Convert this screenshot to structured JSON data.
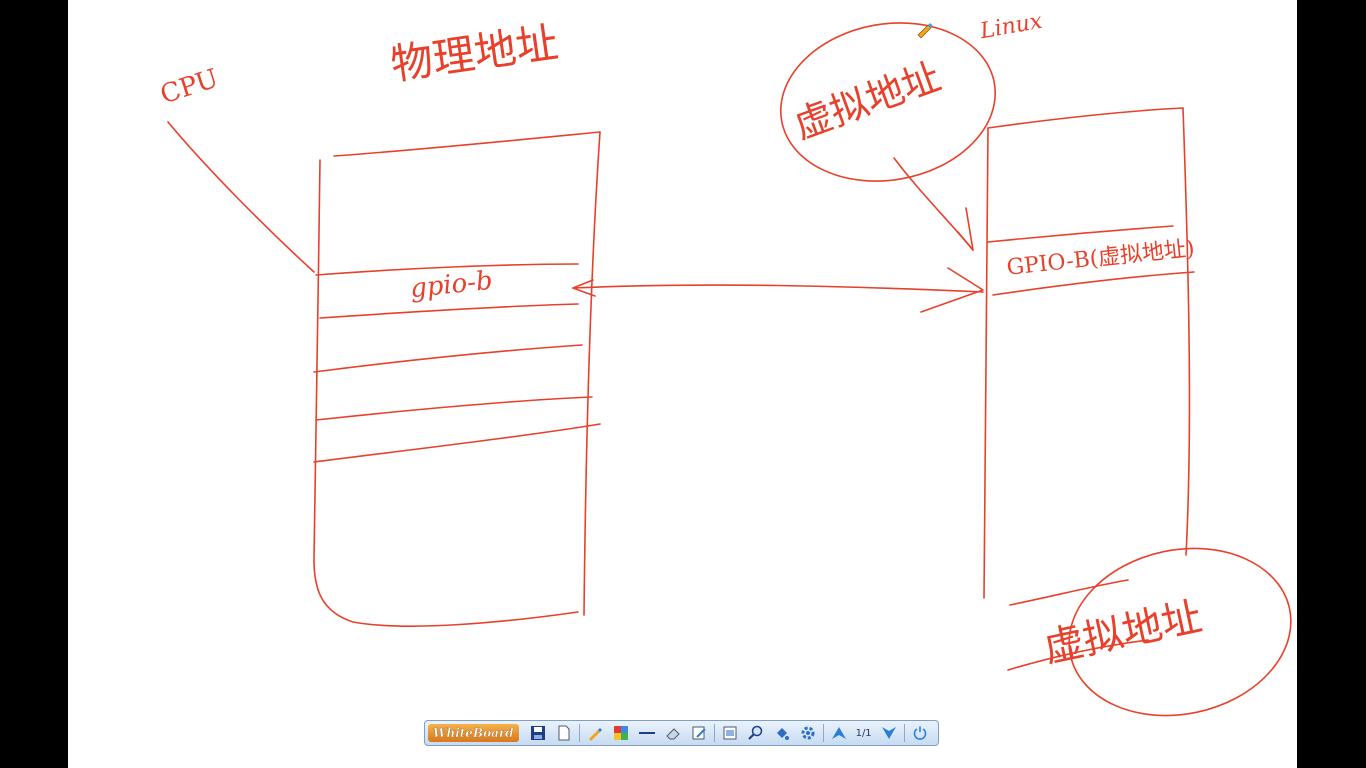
{
  "whiteboard": {
    "left_box_title": "物理地址",
    "left_box_row": "gpio-b",
    "left_label": "CPU",
    "top_right_label": "Linux",
    "top_ellipse": "虚拟地址",
    "right_box_row": "GPIO-B(虚拟地址)",
    "bottom_ellipse": "虚拟地址"
  },
  "toolbar": {
    "logo": "WhiteBoard",
    "page_indicator": "1/1",
    "icons": [
      "save-icon",
      "new-page-icon",
      "pen-icon",
      "color-icon",
      "line-icon",
      "eraser-icon",
      "edit-icon",
      "screenshot-icon",
      "zoom-icon",
      "fill-icon",
      "settings-icon",
      "prev-page-icon",
      "next-page-icon",
      "power-icon"
    ]
  },
  "colors": {
    "ink": "#e8402a",
    "background": "#ffffff",
    "frame": "#000000"
  }
}
